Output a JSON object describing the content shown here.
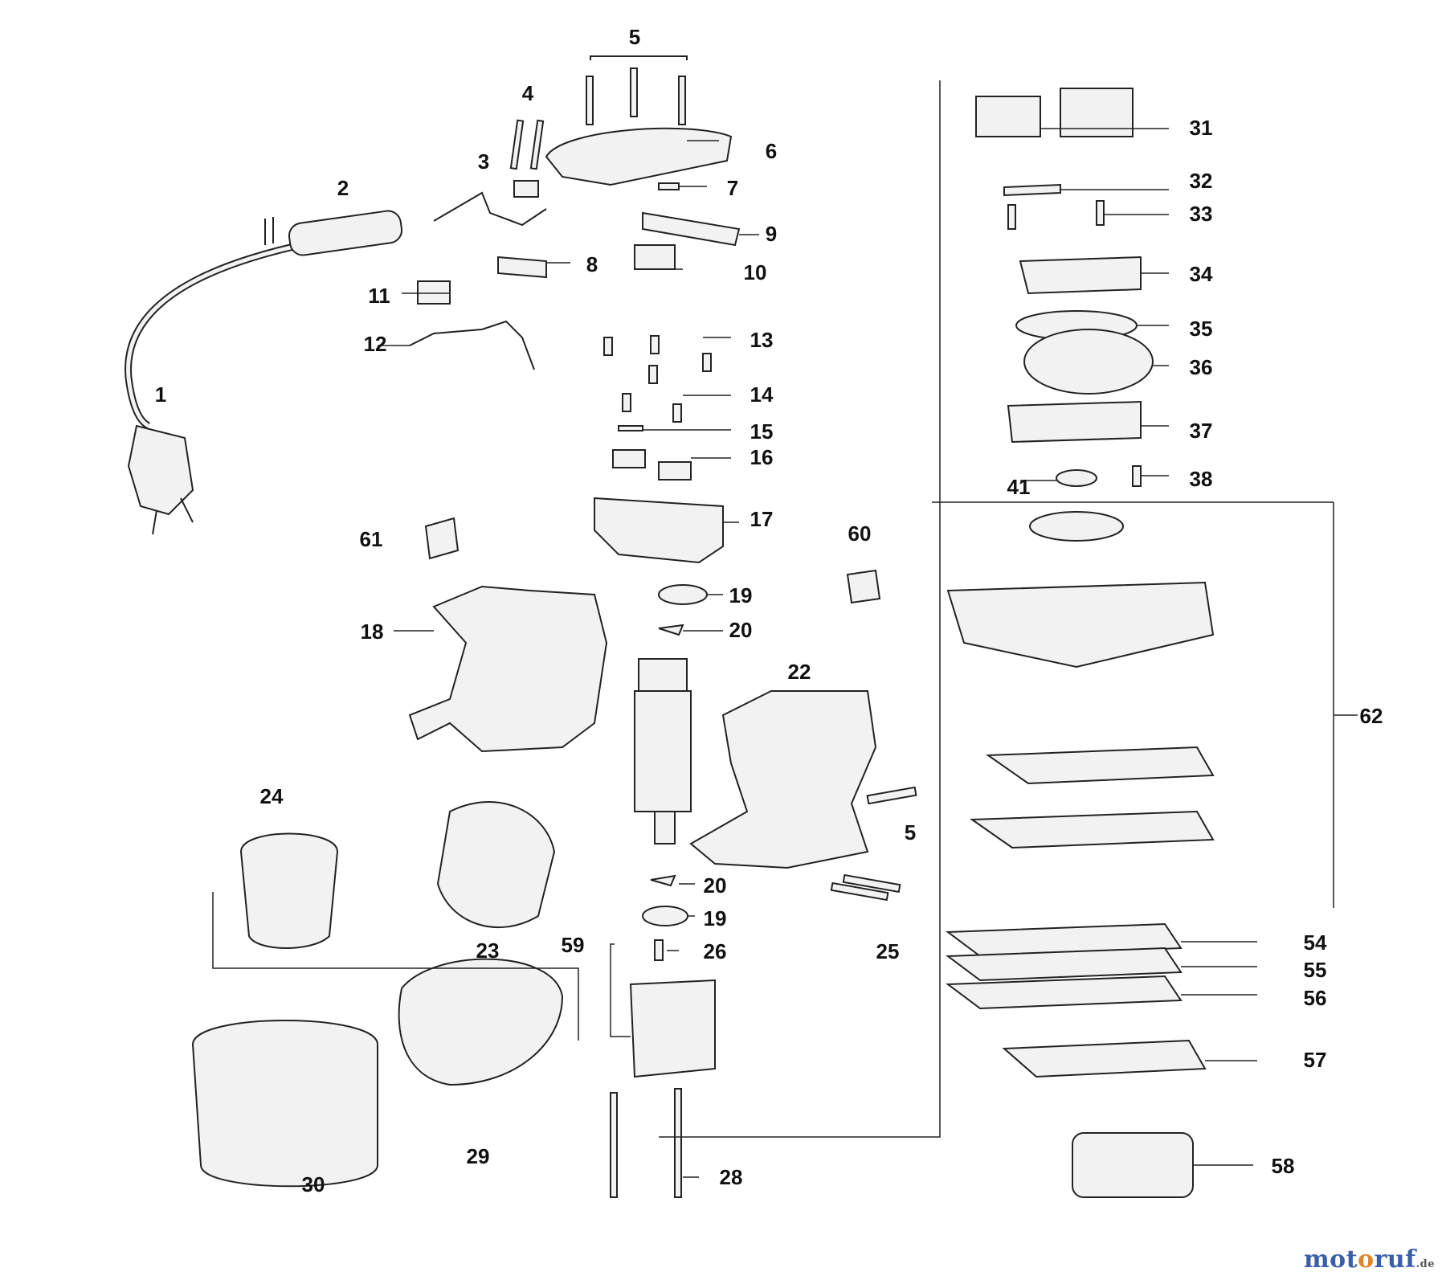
{
  "callouts": [
    "1",
    "2",
    "3",
    "4",
    "5",
    "6",
    "7",
    "8",
    "9",
    "10",
    "11",
    "12",
    "13",
    "14",
    "15",
    "16",
    "17",
    "18",
    "19",
    "20",
    "22",
    "23",
    "24",
    "25",
    "26",
    "28",
    "29",
    "30",
    "31",
    "32",
    "33",
    "34",
    "35",
    "36",
    "37",
    "38",
    "41",
    "54",
    "55",
    "56",
    "57",
    "58",
    "59",
    "60",
    "61",
    "62"
  ],
  "duplicates": {
    "5b": "5",
    "19b": "19",
    "20b": "20"
  },
  "watermark": {
    "a": "mot",
    "b": "o",
    "c": "ruf",
    "tld": ".de"
  },
  "colors": {
    "ink": "#111111",
    "line": "#222222",
    "part": "#f2f2f2",
    "dark": "#555555"
  }
}
